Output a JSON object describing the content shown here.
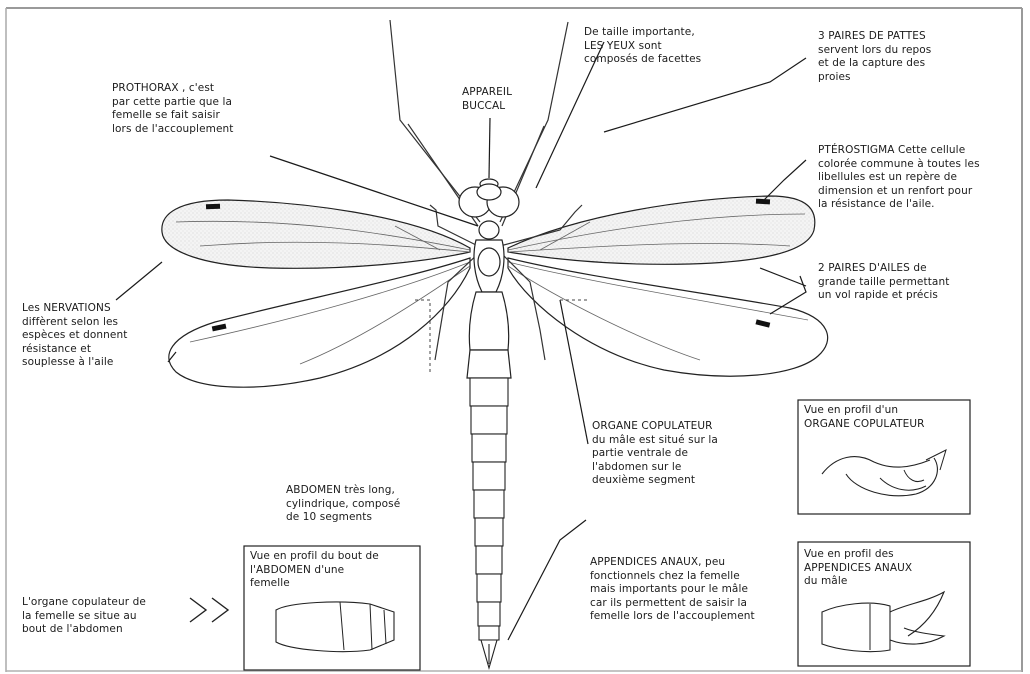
{
  "labels": {
    "yeux": [
      "De taille importante,",
      "LES YEUX sont",
      "composés de facettes"
    ],
    "pattes": [
      "3 PAIRES DE PATTES",
      "servent lors du repos",
      "et de la capture des",
      "proies"
    ],
    "prothorax": [
      "PROTHORAX , c'est",
      "par cette partie que la",
      "femelle se fait saisir",
      "lors de l'accouplement"
    ],
    "appareil": [
      "APPAREIL",
      "BUCCAL"
    ],
    "pterostigma": [
      "PTÉROSTIGMA Cette cellule",
      "colorée commune à toutes les",
      "libellules est un repère de",
      "dimension et un renfort pour",
      "la résistance de l'aile."
    ],
    "ailes": [
      "2 PAIRES D'AILES de",
      "grande taille permettant",
      "un vol rapide et précis"
    ],
    "nervations": [
      "Les NERVATIONS",
      "diffèrent selon les",
      "espèces et donnent",
      "résistance et",
      "souplesse à l'aile"
    ],
    "organe": [
      "ORGANE COPULATEUR",
      "du mâle est situé sur la",
      "partie ventrale de",
      "l'abdomen sur le",
      "deuxième segment"
    ],
    "abdomen": [
      "ABDOMEN très long,",
      "cylindrique, composé",
      "de 10 segments"
    ],
    "appendices": [
      "APPENDICES ANAUX, peu",
      "fonctionnels chez la femelle",
      "mais importants pour le mâle",
      "car ils permettent de saisir la",
      "femelle lors de l'accouplement"
    ],
    "organe_femelle": [
      "L'organe copulateur de",
      "la femelle se situe au",
      "bout de l'abdomen"
    ]
  },
  "boxes": {
    "profil_organe": [
      "Vue en profil d'un",
      "ORGANE COPULATEUR"
    ],
    "profil_abdomen": [
      "Vue en profil du bout de",
      "l'ABDOMEN d'une",
      "femelle"
    ],
    "profil_appendices": [
      "Vue en profil des",
      "APPENDICES ANAUX",
      "du mâle"
    ]
  }
}
